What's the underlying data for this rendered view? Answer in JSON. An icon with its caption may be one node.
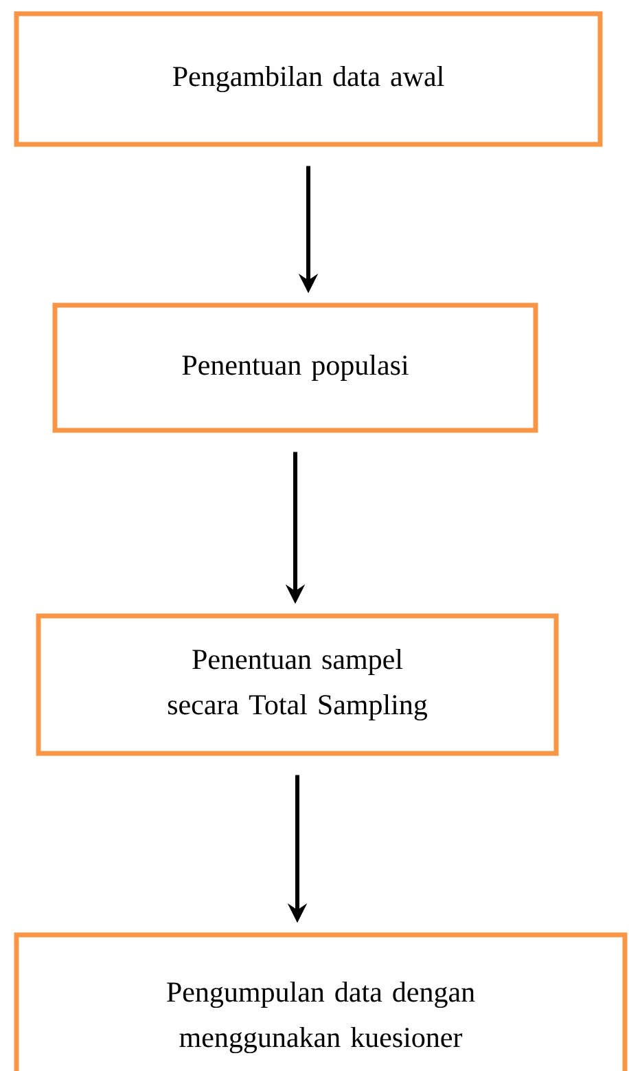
{
  "diagram": {
    "nodes": [
      {
        "text": [
          "Pengambilan data awal"
        ]
      },
      {
        "text": [
          "Penentuan populasi"
        ]
      },
      {
        "text": [
          "Penentuan sampel secara Total Sampling"
        ]
      },
      {
        "text": [
          "Pengumpulan data dengan menggunakan kuesioner"
        ]
      }
    ],
    "edges": [
      {
        "from": 0,
        "to": 1,
        "arrow": "to"
      },
      {
        "from": 1,
        "to": 2,
        "arrow": "to"
      },
      {
        "from": 2,
        "to": 3,
        "arrow": "to"
      }
    ]
  }
}
